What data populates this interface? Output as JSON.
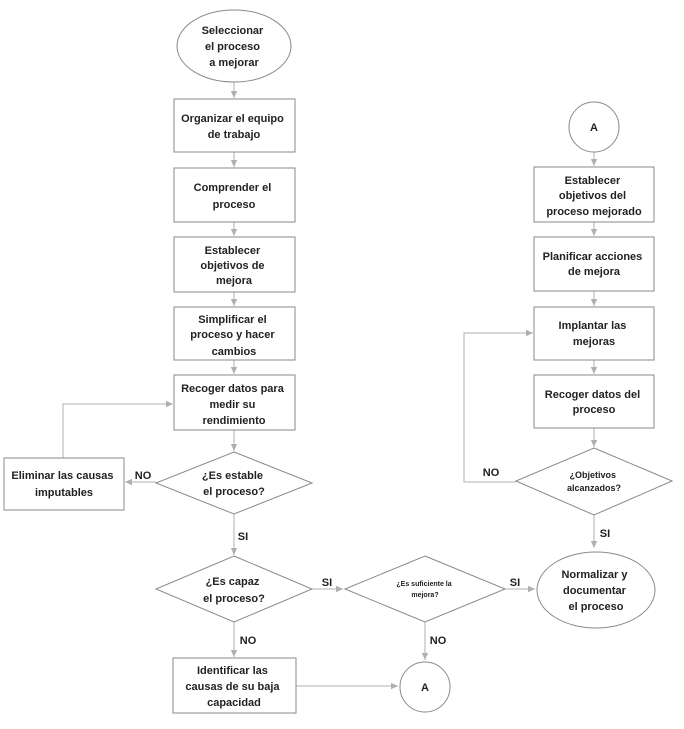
{
  "diagram": {
    "nodes": {
      "seleccionar": [
        "Seleccionar",
        "el proceso",
        "a mejorar"
      ],
      "organizar": [
        "Organizar el equipo",
        "de trabajo"
      ],
      "comprender": [
        "Comprender el",
        "proceso"
      ],
      "establecer1": [
        "Establecer",
        "objetivos de",
        "mejora"
      ],
      "simplificar": [
        "Simplificar el",
        "proceso y hacer",
        "cambios"
      ],
      "recoger1": [
        "Recoger datos para",
        "medir su",
        "rendimiento"
      ],
      "estable": [
        "¿Es estable",
        "el proceso?"
      ],
      "eliminar": [
        "Eliminar las causas",
        "imputables"
      ],
      "capaz": [
        "¿Es capaz",
        "el proceso?"
      ],
      "identificar": [
        "Identificar las",
        "causas de su baja",
        "capacidad"
      ],
      "suficiente": [
        "¿Es suficiente la",
        "mejora?"
      ],
      "connector_bottom": [
        "A"
      ],
      "connector_top": [
        "A"
      ],
      "establecer2": [
        "Establecer",
        "objetivos del",
        "proceso mejorado"
      ],
      "planificar": [
        "Planificar acciones",
        "de mejora"
      ],
      "implantar": [
        "Implantar las",
        "mejoras"
      ],
      "recoger2": [
        "Recoger datos del",
        "proceso"
      ],
      "objetivos": [
        "¿Objetivos",
        "alcanzados?"
      ],
      "normalizar": [
        "Normalizar y",
        "documentar",
        "el proceso"
      ]
    },
    "edge_labels": {
      "estable_no": "NO",
      "estable_si": "SI",
      "capaz_si": "SI",
      "capaz_no": "NO",
      "suficiente_si": "SI",
      "suficiente_no": "NO",
      "objetivos_no": "NO",
      "objetivos_si": "SI"
    }
  }
}
